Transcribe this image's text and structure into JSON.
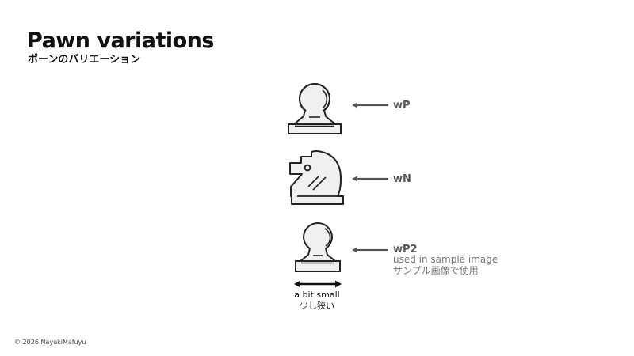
{
  "header": {
    "title": "Pawn variations",
    "subtitle": "ポーンのバリエーション"
  },
  "pieces": [
    {
      "id": "wP",
      "label": "wP",
      "icon": "white-pawn-icon"
    },
    {
      "id": "wN",
      "label": "wN",
      "icon": "white-knight-icon"
    },
    {
      "id": "wP2",
      "label": "wP2",
      "icon": "white-pawn-small-icon",
      "note_en": "used in sample image",
      "note_ja": "サンプル画像で使用",
      "width_note_en": "a bit small",
      "width_note_ja": "少し狭い"
    }
  ],
  "colors": {
    "piece_fill": "#f0f0f0",
    "piece_stroke": "#222222",
    "arrow": "#555555",
    "label": "#555555",
    "note": "#777777"
  },
  "footer": {
    "copyright": "© 2026 NayukiMafuyu"
  }
}
